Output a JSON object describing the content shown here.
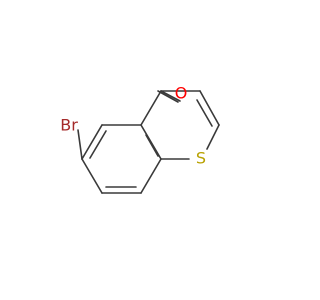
{
  "molecule": {
    "atoms": {
      "bromine": {
        "label": "Br",
        "color": "#a52a2a"
      },
      "oxygen": {
        "label": "O",
        "color": "#ff0000"
      },
      "sulfur": {
        "label": "S",
        "color": "#b8a100"
      }
    }
  }
}
